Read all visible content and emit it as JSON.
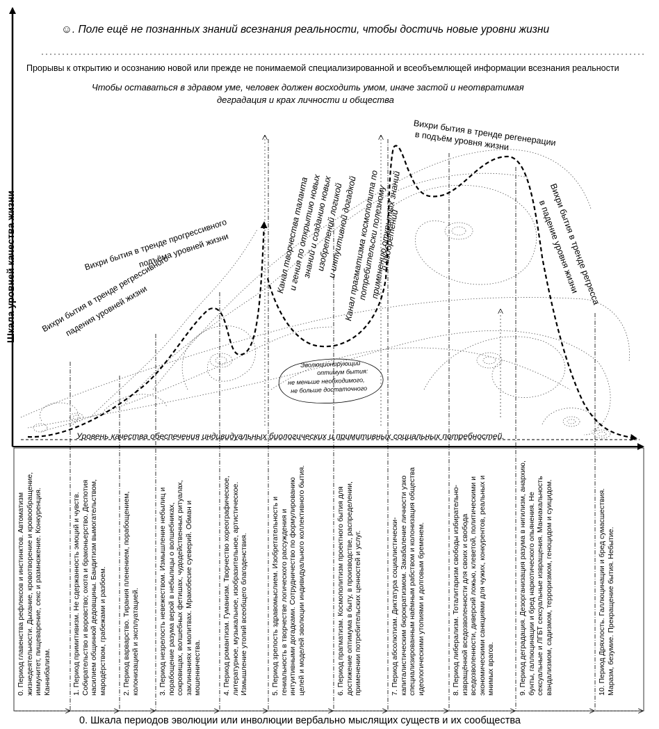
{
  "top_title": "☺. Поле ещё не познанных знаний всезнания реальности, чтобы достичь новые уровни жизни",
  "breakthroughs": "Прорывы к открытию и осознанию новой или прежде не понимаемой специализированной и всеобъемлющей информации всезнания реальности",
  "sanity_line1": "Чтобы оставаться в здравом уме, человек должен восходить умом, иначе застой и неотвратимая",
  "sanity_line2": "деградация и крах личности и общества",
  "y_axis_label": "Шкала уровней качества жизни",
  "x_axis_label": "Уровень качества обеспечения индивидуальных биологических и примитивных социальных потребностей.",
  "bottom_label": "0. Шкала периодов эволюции или инволюции вербально мыслящих существ и их сообщества",
  "annotations": {
    "regress_left_1": "Вихри бытия в тренде регрессивного",
    "regress_left_2": "падения уровней жизни",
    "progress_1": "Вихри бытия в тренде прогрессивного",
    "progress_2": "подъёма уровней жизни",
    "talent_1": "Канал творчества таланта",
    "talent_2": "и гения по открытию новых",
    "talent_3": "знаний и созданию новых",
    "talent_4": "изобретений логикой",
    "talent_5": "и интуитивной догадкой",
    "pragma_1": "Канал прагматизма космополита по",
    "pragma_2": "потребительски полезному",
    "pragma_3": "применению открытых знаний",
    "pragma_4": "и изобретений",
    "regen_1": "Вихри бытия в тренде регенерации",
    "regen_2": "в подъём уровня жизни",
    "regress_right_1": "Вихри бытия в тренде регресса",
    "regress_right_2": "в падение уровня жизни",
    "optimum_1": "Эволюционирующий",
    "optimum_2": "оптимум бытия:",
    "optimum_3": "не меньше необходимого,",
    "optimum_4": "не больше достаточного"
  },
  "periods": [
    "0. Период главенства рефлексов и инстинктов. Автоматизм жизнедеятельности. Дыхание, кровотворение и кровообращение, иммунитет, пищеварение, секс и размножение. Конкуренция. Каннибализм.",
    "1. Период примитивизм. Не сдержанность эмоций и чувств. Собирательство и воровство; охота и браконьерство. Деспотия насилием общинной дедовщины. Бандитизм вымогательством, мародёрством, грабежами и разбоем.",
    "2. Период варварство. Тирания пленением, порабощением, колонизацией и эксплуатацией.",
    "3. Период незрелость невежеством. Измышление небылиц и порабощение разума верой в небылицы о волшебниках, сокровищах, волшебных фетишах, чудодейственных ритуалах, заклинаниях и молитвах. Мракобесие суеверий. Обман и мошенничества.",
    "4. Период романтизм. Гуманизм. Творчество хореографическое, литературное, музыкальное, изобразительное, артистическое. Измышление утопий всеобщего благоденствия.",
    "5. Период зрелость здравомыслием. Изобретательность и гениальность в творчестве логического рассуждения и интуитивными догадками. Сотрудничество по формулированию целей и моделей эволюции индивидуального коллективного бытия.",
    "6. Период прагматизм. Космополитизм проектного бытия для достижение оптимума в быту, в производстве, распределении, применении потребительских ценностей и услуг.",
    "7. Период абсолютизм. Диктатура социалистически-капиталистическим бюрократизмом. Закабаление личности узко специализированным наёмным рабством и колонизация общества идеологическими утопиями и долговым бременем.",
    "8. Период либерализм. Тоталитаризм свободы избирательно-извращённой вседозволенности для своих и свобода вседозволенности, диверсий ложью, клеветой, политическими и экономическими санкциями для чужих, конкурентов, реальных и мнимых врагов.",
    "9. Период деградация. Дезорганизация разума в нигилизм, анархию, бунты, галлюцинации и бред наркотического опьянения. Не сексуальные и ЛГБТ сексуальные извращения. Маниакальность вандализмом, садизмом, терроризмом, геноцидом и суицидом.",
    "10. Период Дряхлость. Галлюцинации и бред сумасшествия. Маразм, безумие. Прекращение бытия. Небытие."
  ]
}
